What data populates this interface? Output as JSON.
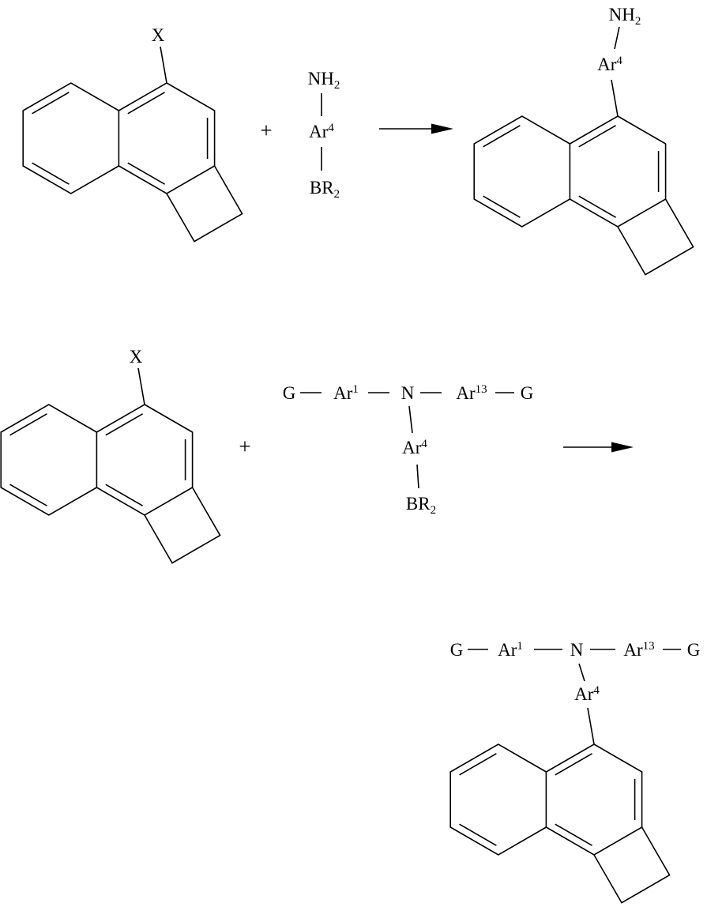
{
  "figure": {
    "description": "chemical reaction scheme",
    "reaction1": {
      "reactant_halide": {
        "substituent": "X"
      },
      "plus": "+",
      "reactant_boron": {
        "amine": {
          "base": "NH",
          "sub": "2"
        },
        "aryl": {
          "base": "Ar",
          "sup": "4"
        },
        "boron": {
          "base": "BR",
          "sub": "2"
        }
      },
      "product": {
        "amine": {
          "base": "NH",
          "sub": "2"
        },
        "aryl": {
          "base": "Ar",
          "sup": "4"
        }
      }
    },
    "reaction2": {
      "reactant_halide": {
        "substituent": "X"
      },
      "plus": "+",
      "reactant_boron": {
        "g_left": "G",
        "aryl1": {
          "base": "Ar",
          "sup": "1"
        },
        "nitrogen": "N",
        "aryl13": {
          "base": "Ar",
          "sup": "13"
        },
        "g_right": "G",
        "aryl4": {
          "base": "Ar",
          "sup": "4"
        },
        "boron": {
          "base": "BR",
          "sub": "2"
        }
      },
      "product": {
        "g_left": "G",
        "aryl1": {
          "base": "Ar",
          "sup": "1"
        },
        "nitrogen": "N",
        "aryl13": {
          "base": "Ar",
          "sup": "13"
        },
        "g_right": "G",
        "aryl4": {
          "base": "Ar",
          "sup": "4"
        }
      }
    }
  }
}
